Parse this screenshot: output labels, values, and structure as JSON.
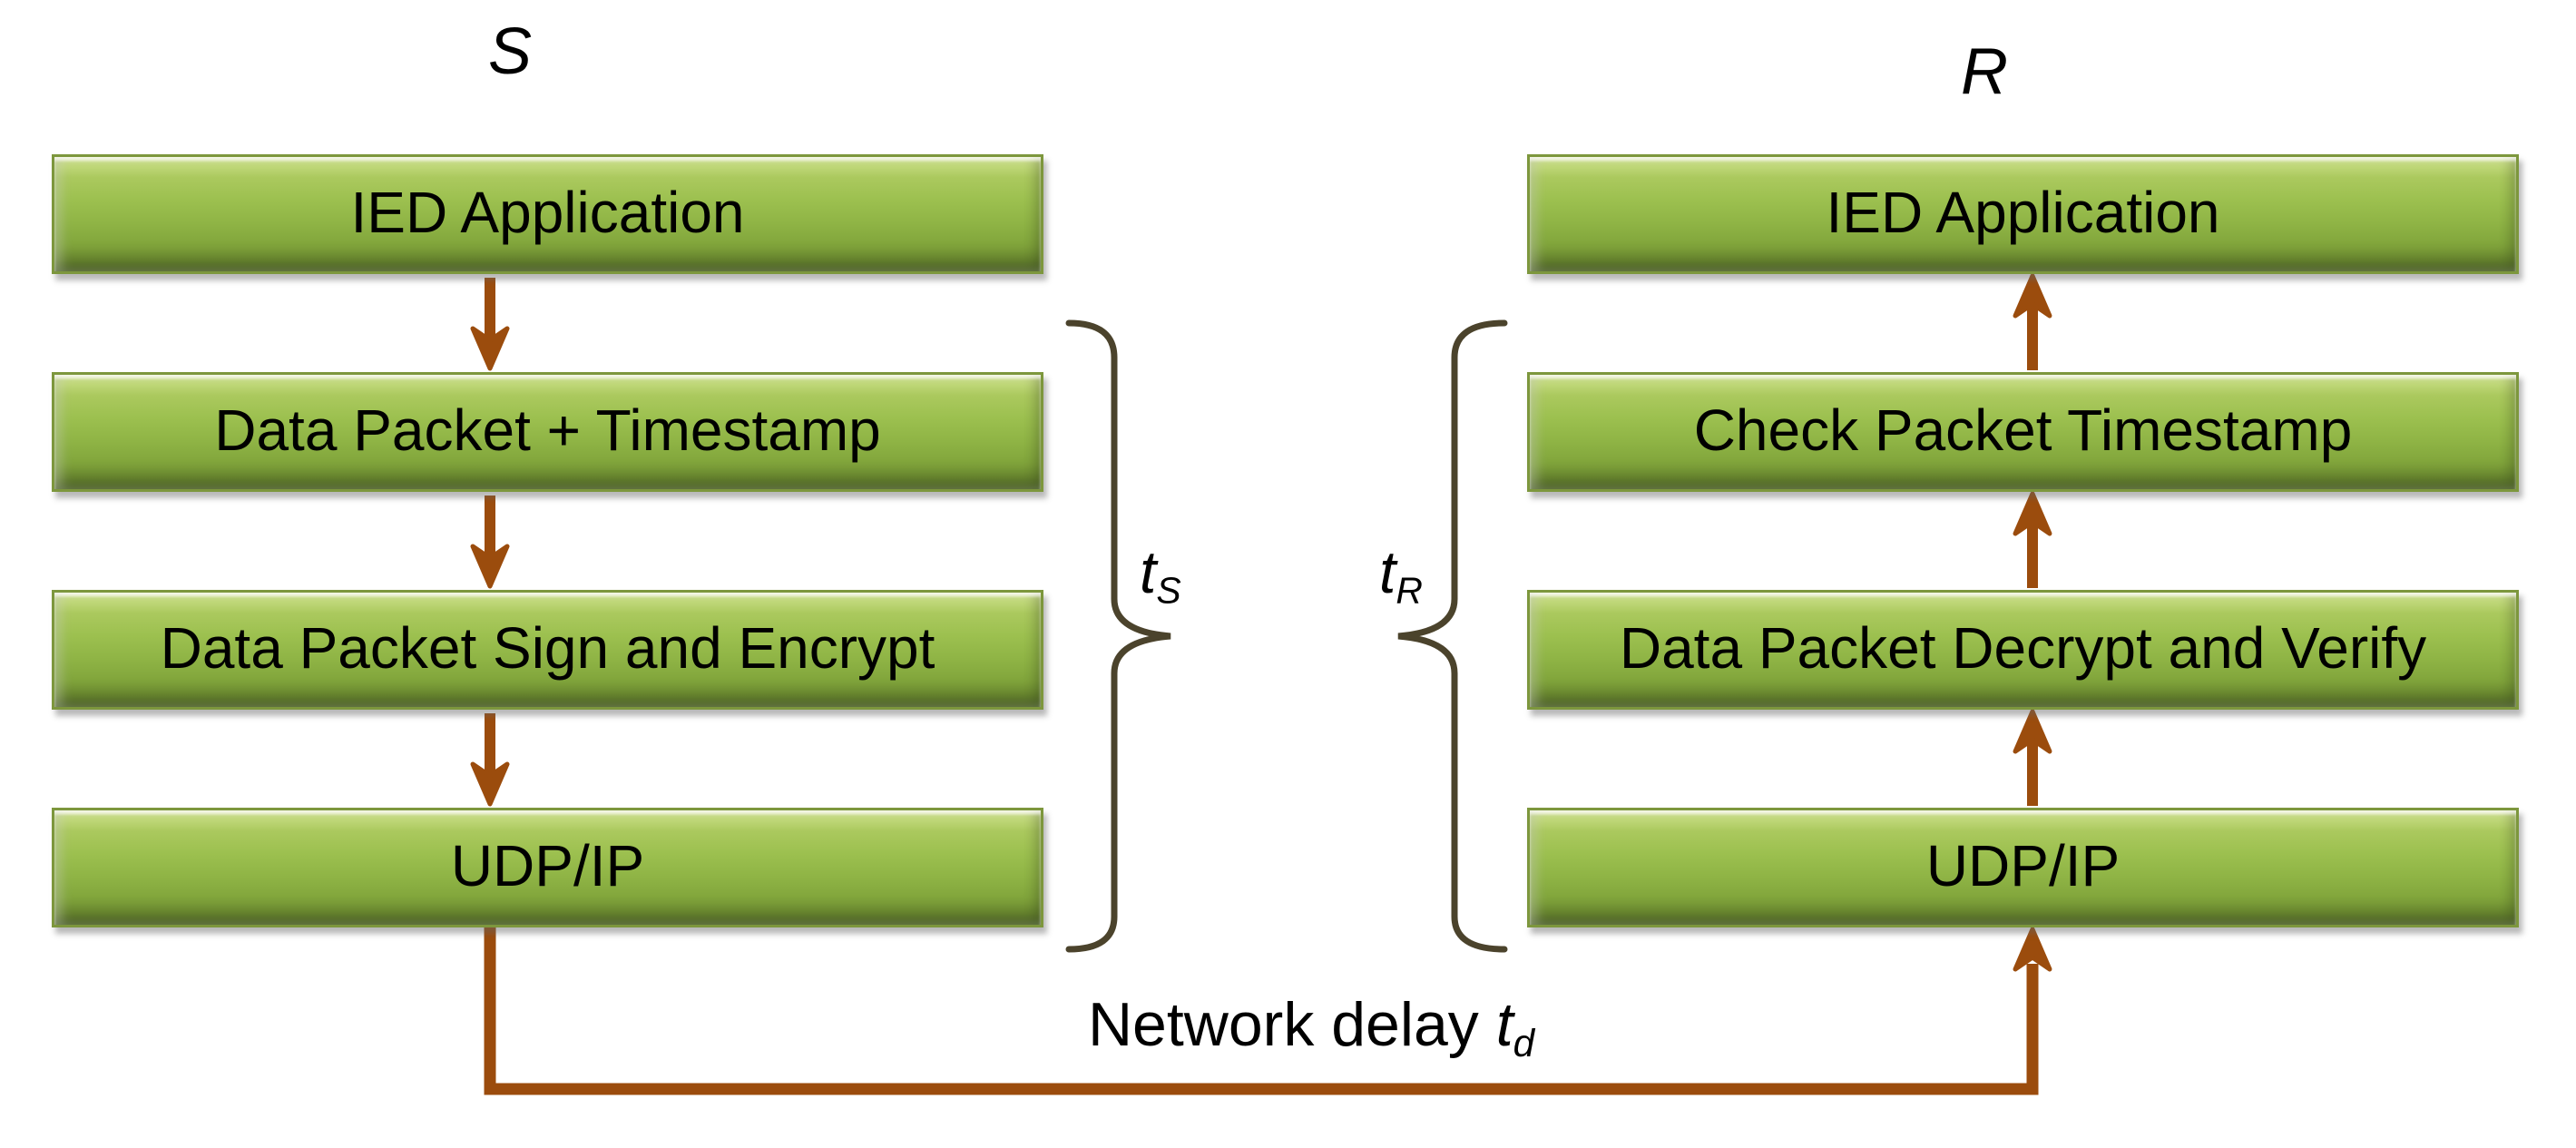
{
  "sender": {
    "column_label": "S",
    "boxes": [
      "IED Application",
      "Data Packet + Timestamp",
      "Data Packet Sign and Encrypt",
      "UDP/IP"
    ],
    "time_label": {
      "base": "t",
      "sub": "S"
    }
  },
  "receiver": {
    "column_label": "R",
    "boxes": [
      "IED Application",
      "Check Packet Timestamp",
      "Data Packet Decrypt and Verify",
      "UDP/IP"
    ],
    "time_label": {
      "base": "t",
      "sub": "R"
    }
  },
  "network_delay_label": {
    "prefix": "Network delay ",
    "var": "t",
    "sub": "d"
  },
  "colors": {
    "arrow": "#9B4C0D",
    "brace": "#4B432C",
    "box-border": "#7D973D",
    "box-green-light": "#C6DC81",
    "box-green": "#96BA4B",
    "box-green-dark": "#5E7A2B",
    "text": "#000000",
    "background": "#FFFFFF"
  }
}
